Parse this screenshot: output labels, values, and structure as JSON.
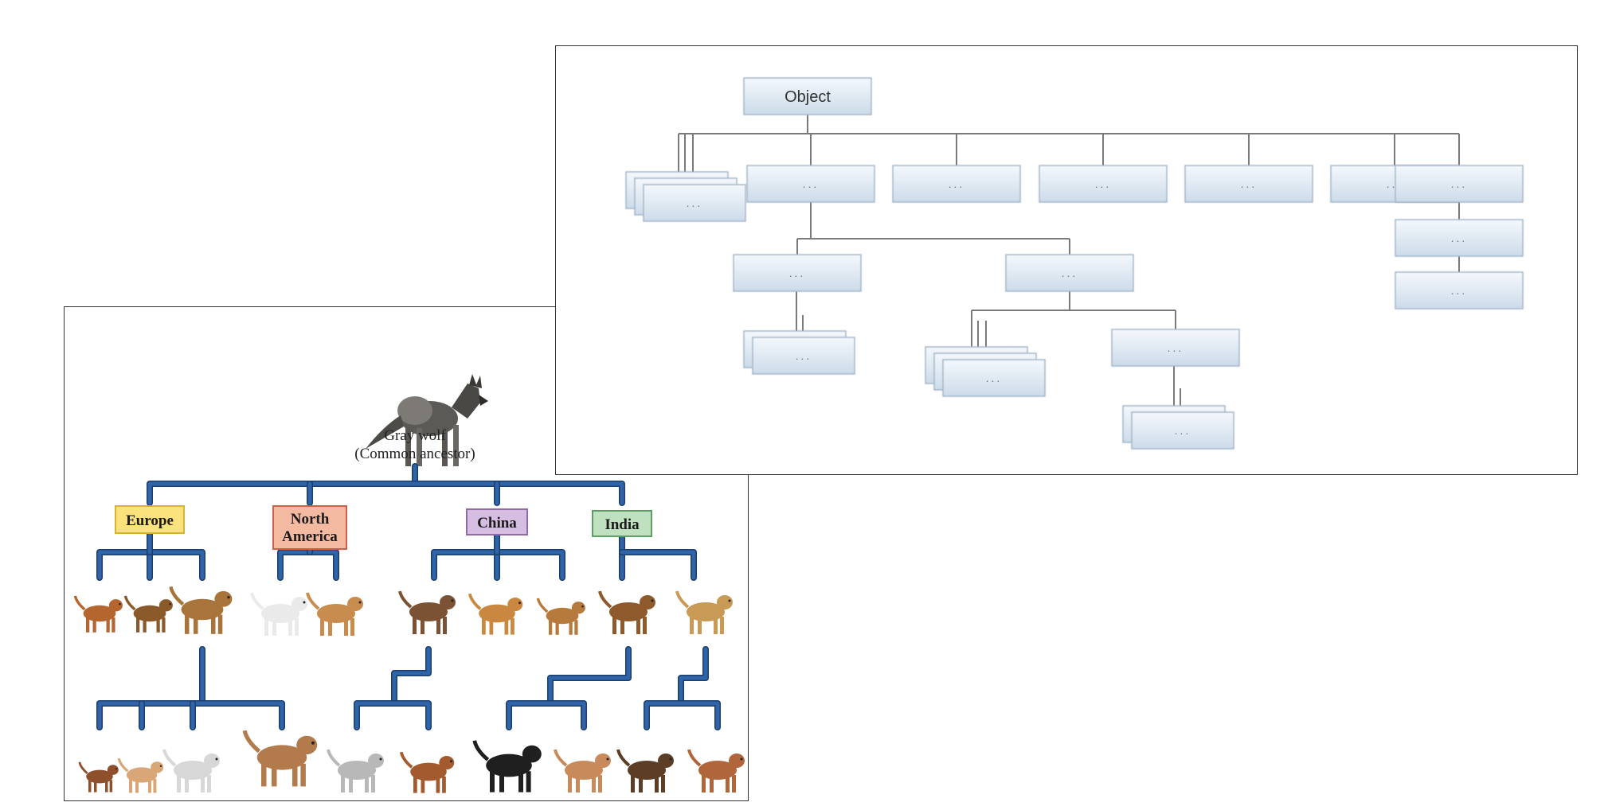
{
  "class_hierarchy": {
    "root_label": "Object",
    "placeholder_label": "..."
  },
  "dog_tree": {
    "ancestor": {
      "name": "Gray wolf",
      "note": "(Common ancestor)"
    },
    "regions": [
      {
        "label_lines": [
          "Europe"
        ],
        "fill": "#fbe27c",
        "stroke": "#d8b232"
      },
      {
        "label_lines": [
          "North",
          "America"
        ],
        "fill": "#f4b9a1",
        "stroke": "#c8624a"
      },
      {
        "label_lines": [
          "China"
        ],
        "fill": "#d6bde2",
        "stroke": "#8e6ba5"
      },
      {
        "label_lines": [
          "India"
        ],
        "fill": "#bfe1bf",
        "stroke": "#5f9d66"
      }
    ],
    "colors": {
      "branch": "#2f64a8",
      "branch_outline": "#1b3e6e",
      "class_box_top": "#f4f8fc",
      "class_box_bottom": "#ccdbe9",
      "class_box_border": "#a2b5c8",
      "class_line": "#7a7a7a"
    }
  }
}
